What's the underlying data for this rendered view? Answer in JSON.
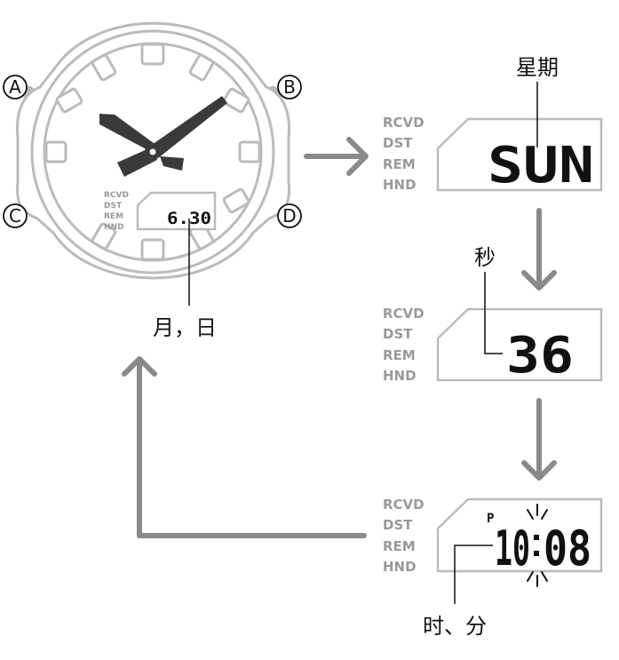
{
  "buttons": {
    "a": "A",
    "b": "B",
    "c": "C",
    "d": "D"
  },
  "watch": {
    "indicators": [
      "RCVD",
      "DST",
      "REM",
      "HND"
    ],
    "display": "6.30"
  },
  "screens": {
    "weekday": {
      "indicators": [
        "RCVD",
        "DST",
        "REM",
        "HND"
      ],
      "value": "SUN",
      "label": "星期"
    },
    "seconds": {
      "indicators": [
        "RCVD",
        "DST",
        "REM",
        "HND"
      ],
      "value": "36",
      "label": "秒"
    },
    "time": {
      "indicators": [
        "RCVD",
        "DST",
        "REM",
        "HND"
      ],
      "pm_mark": "P",
      "hours": "10",
      "minutes": "08",
      "label": "时、分"
    }
  },
  "labels": {
    "month_day": "月，日"
  },
  "colors": {
    "outline": "#bbbbbb",
    "arrow": "#8a8a8a",
    "hand": "#3a3a3a",
    "text": "#111111"
  }
}
